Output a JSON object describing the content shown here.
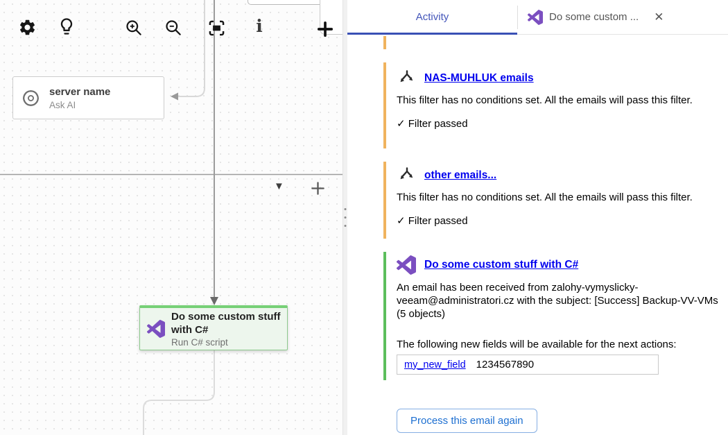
{
  "canvas": {
    "toolbar": {
      "icons": [
        "settings",
        "lightbulb",
        "zoom-in",
        "zoom-out",
        "fit-view",
        "info",
        "add"
      ]
    },
    "controls": {
      "collapse": "▼",
      "add": "+"
    },
    "nodes": {
      "server": {
        "title": "server name",
        "subtitle": "Ask AI",
        "icon": "openai"
      },
      "csharp": {
        "title": "Do some custom stuff with C#",
        "subtitle": "Run C# script",
        "icon": "visual-studio"
      }
    }
  },
  "panel": {
    "tabs": [
      {
        "label": "Activity",
        "active": true
      },
      {
        "label": "Do some custom ...",
        "icon": "visual-studio",
        "close": "✕"
      }
    ],
    "sections": [
      {
        "type": "filter",
        "accent": "#F0B35E",
        "icon": "split-arrows",
        "title": "NAS-MUHLUK emails",
        "body": "This filter has no conditions set. All the emails will pass this filter.",
        "status": "✓ Filter passed"
      },
      {
        "type": "filter",
        "accent": "#F0B35E",
        "icon": "split-arrows",
        "title": "other emails...",
        "body": "This filter has no conditions set. All the emails will pass this filter.",
        "status": "✓ Filter passed"
      },
      {
        "type": "action",
        "accent": "#5CBE5C",
        "icon": "visual-studio",
        "title": "Do some custom stuff with C#",
        "body": "An email has been received from zalohy-vymyslicky-veeam@administratori.cz with the subject: [Success] Backup-VV-VMs (5 objects)",
        "fields_intro": "The following new fields will be available for the next actions:",
        "fields": [
          {
            "name": "my_new_field",
            "value": "1234567890"
          }
        ]
      }
    ],
    "button_label": "Process this email again"
  },
  "colors": {
    "active_tab": "#3A50B5",
    "link": "#0000EE",
    "filter_accent": "#F0B35E",
    "action_accent": "#5CBE5C",
    "button_text": "#1D6FD1",
    "vs_purple": "#7B4FC0"
  }
}
